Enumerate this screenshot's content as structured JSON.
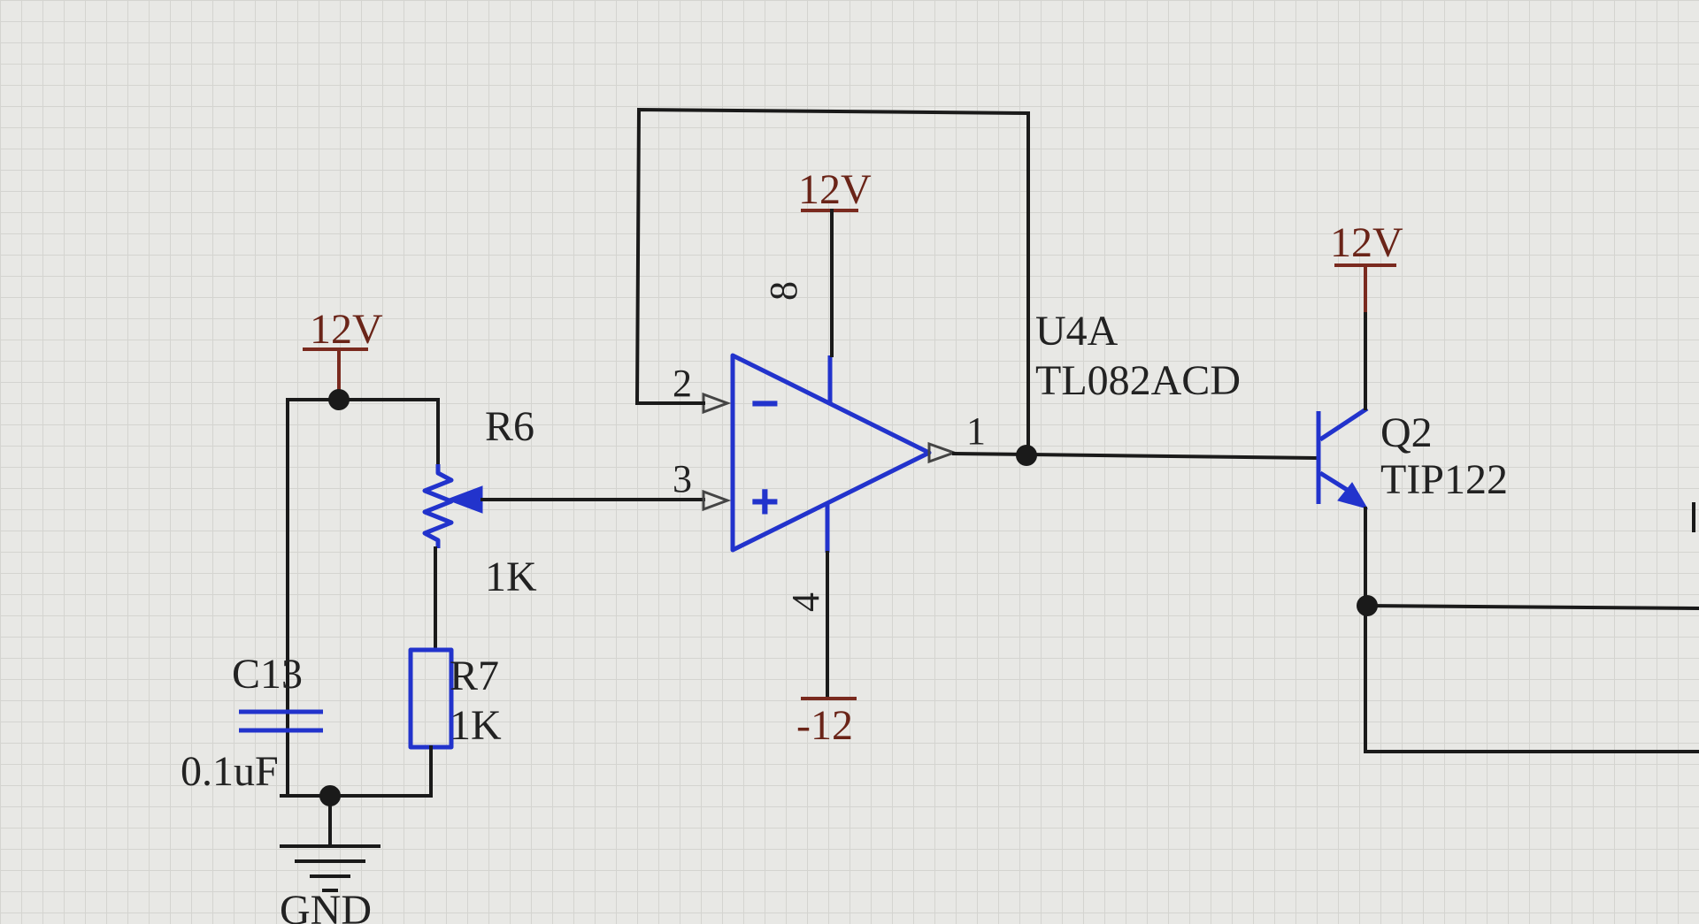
{
  "power": {
    "vcc_pot": "12V",
    "vcc_opamp": "12V",
    "vcc_transistor": "12V",
    "vee_opamp": "-12",
    "gnd": "GND"
  },
  "opamp": {
    "ref": "U4A",
    "part": "TL082ACD",
    "pin_inv": "2",
    "pin_noninv": "3",
    "pin_out": "1",
    "pin_vcc": "8",
    "pin_vee": "4",
    "minus_symbol": "−",
    "plus_symbol": "+"
  },
  "pot": {
    "ref": "R6",
    "value": "1K"
  },
  "resistor": {
    "ref": "R7",
    "value": "1K"
  },
  "capacitor": {
    "ref": "C13",
    "value": "0.1uF"
  },
  "transistor": {
    "ref": "Q2",
    "part": "TIP122"
  },
  "colors": {
    "wire": "#1a1a1a",
    "component": "#2233cc",
    "power_port": "#7a2a1f",
    "grid": "#d4d4d0"
  }
}
